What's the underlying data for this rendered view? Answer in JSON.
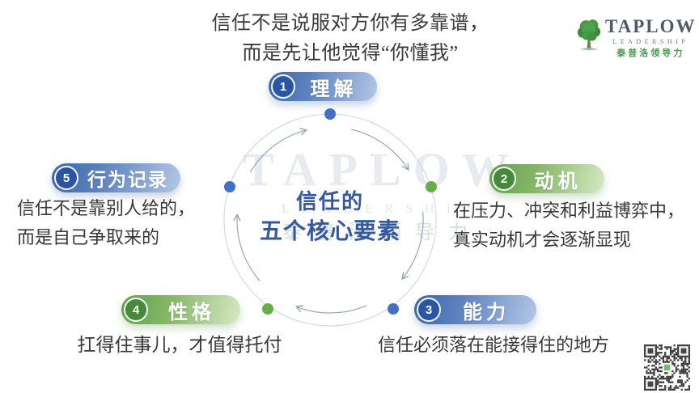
{
  "center": {
    "line1": "信任的",
    "line2": "五个核心要素"
  },
  "items": [
    {
      "num": "1",
      "label": "理解",
      "scheme": "blue",
      "note_lines": [
        "信任不是说服对方你有多靠谱，",
        "而是先让他觉得“你懂我”"
      ]
    },
    {
      "num": "2",
      "label": "动机",
      "scheme": "green",
      "note_lines": [
        "在压力、冲突和利益博弈中，",
        "真实动机才会逐渐显现"
      ]
    },
    {
      "num": "3",
      "label": "能力",
      "scheme": "blue",
      "note_lines": [
        "信任必须落在能接得住的地方"
      ]
    },
    {
      "num": "4",
      "label": "性格",
      "scheme": "green",
      "note_lines": [
        "扛得住事儿，才值得托付"
      ]
    },
    {
      "num": "5",
      "label": "行为记录",
      "scheme": "blue",
      "note_lines": [
        "信任不是靠别人给的，",
        "而是自己争取来的"
      ]
    }
  ],
  "logo": {
    "title": "TAPLOW",
    "subtitle": "LEADERSHIP",
    "chinese": "泰普洛领导力"
  },
  "watermark": {
    "line1": "TAPLOW",
    "line2": "LEADERSHIP",
    "line3": "泰普洛领导力"
  },
  "icons": {
    "logo_tree": "tree-icon",
    "qr": "qr-code"
  },
  "colors": {
    "blue_dark": "#2a55a3",
    "blue_grad_start": "#3a66ac",
    "blue_grad_end": "#b3c7e6",
    "green_dark": "#47893a",
    "green_grad_start": "#61a24a",
    "green_grad_end": "#d6e8c5",
    "center_text": "#35589f",
    "body_text": "#3c3c3c",
    "dot_blue": "#4170c6",
    "dot_green": "#69ad4b",
    "circle_stroke": "#cfd7de",
    "arrow_stroke": "#97a6b4",
    "logo_green": "#4a9a50",
    "logo_text": "#4e5a66"
  }
}
